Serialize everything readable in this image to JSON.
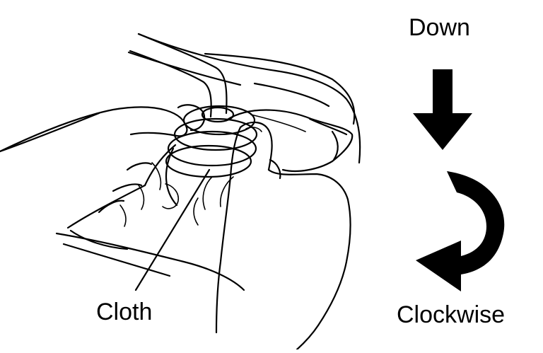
{
  "labels": {
    "down": "Down",
    "cloth": "Cloth",
    "clockwise": "Clockwise"
  },
  "colors": {
    "ink": "#000000",
    "background": "#ffffff"
  }
}
